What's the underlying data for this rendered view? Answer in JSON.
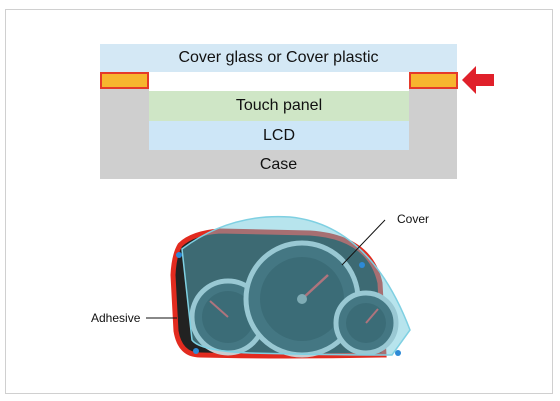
{
  "layers": {
    "cover": "Cover glass or Cover plastic",
    "touch": "Touch panel",
    "lcd": "LCD",
    "case": "Case"
  },
  "callouts": {
    "cover": "Cover",
    "adhesive": "Adhesive"
  },
  "colors": {
    "cover_layer": "#d4e8f5",
    "touch_layer": "#cfe6c6",
    "lcd_layer": "#cde6f7",
    "case_layer": "#cfcfcf",
    "adhesive_fill": "#f7b52e",
    "adhesive_border": "#e53a2a",
    "arrow": "#e0202a",
    "cover_overlay": "#5fc4d8"
  },
  "icons": {
    "indicator": "red-arrow-left-icon",
    "product": "instrument-cluster-illustration"
  }
}
